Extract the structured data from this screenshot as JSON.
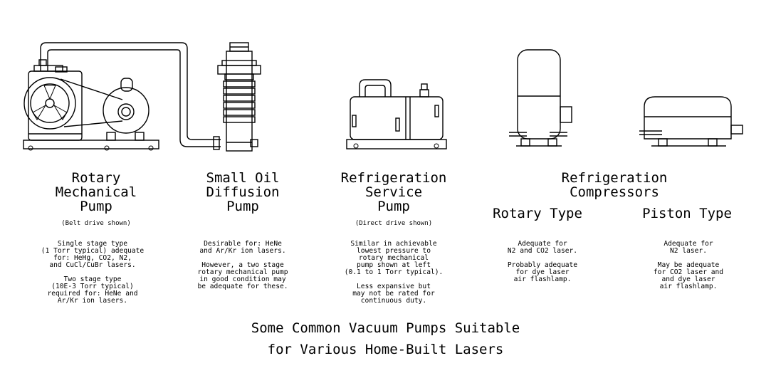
{
  "pumps": [
    {
      "title": "Rotary\nMechanical\nPump",
      "subtitle": "(Belt drive shown)",
      "description": "Single stage type\n(1 Torr typical) adequate\nfor: HeHg, CO2, N2,\nand CuCl/CuBr lasers.\n\nTwo stage type\n(10E-3 Torr typical)\nrequired for: HeNe and\nAr/Kr ion lasers."
    },
    {
      "title": "Small Oil\nDiffusion\nPump",
      "description": "Desirable for: HeNe\nand Ar/Kr ion lasers.\n\nHowever, a two stage\nrotary mechanical pump\nin good condition may\nbe adequate for these."
    },
    {
      "title": "Refrigeration\nService\nPump",
      "subtitle": "(Direct drive shown)",
      "description": "Similar in achievable\nlowest pressure to\nrotary mechanical\npump shown at left\n(0.1 to 1 Torr typical).\n\nLess expansive but\nmay not be rated for\ncontinuous duty."
    }
  ],
  "compressors": {
    "title": "Refrigeration\nCompressors",
    "types": [
      {
        "title": "Rotary Type",
        "description": "Adequate for\nN2 and CO2 laser.\n\nProbably adequate\nfor dye laser\nair flashlamp."
      },
      {
        "title": "Piston Type",
        "description": "Adequate for\nN2 laser.\n\nMay be adequate\nfor CO2 laser and\nand dye laser\nair flashlamp."
      }
    ]
  },
  "caption": "Some Common Vacuum Pumps Suitable\nfor Various Home-Built Lasers"
}
